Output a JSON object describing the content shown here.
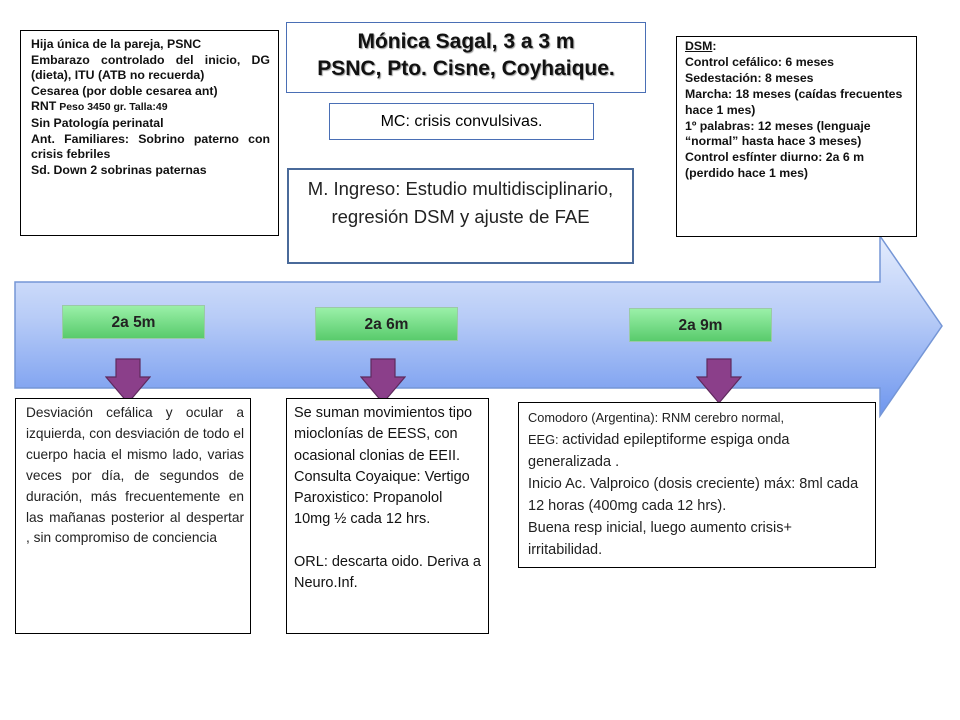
{
  "title": {
    "line1": "Mónica Sagal, 3 a 3 m",
    "line2": "PSNC, Pto. Cisne, Coyhaique."
  },
  "mc": "MC: crisis convulsivas.",
  "ingreso": "M. Ingreso: Estudio multidisciplinario, regresión DSM y ajuste de FAE",
  "history": [
    {
      "text": "Hija única de la pareja, PSNC"
    },
    {
      "text": "Embarazo controlado del inicio, DG (dieta), ITU (ATB no recuerda)"
    },
    {
      "text": "Cesarea (por doble cesarea ant)"
    },
    {
      "text": "RNT",
      "suffix": " Peso 3450 gr. Talla:49"
    },
    {
      "text": "Sin Patología perinatal"
    },
    {
      "text": "Ant. Familiares: Sobrino paterno con crisis febriles"
    },
    {
      "text": "Sd. Down 2 sobrinas paternas"
    }
  ],
  "dsm": {
    "title": "DSM",
    "title_colon": ":",
    "items": [
      "Control cefálico: 6 meses",
      "Sedestación: 8 meses",
      "Marcha: 18 meses (caídas frecuentes hace 1 mes)",
      "1º palabras: 12 meses (lenguaje “normal” hasta hace 3 meses)",
      "Control esfínter diurno: 2a 6 m (perdido hace 1 mes)"
    ]
  },
  "timeline": {
    "ages": [
      "2a 5m",
      "2a 6m",
      "2a 9m"
    ],
    "event1": "Desviación cefálica y ocular a izquierda, con desviación de todo el cuerpo hacia el mismo lado, varias veces por día, de segundos de duración, más frecuentemente en las mañanas posterior al despertar , sin compromiso de conciencia",
    "event2": {
      "p1": "Se suman movimientos tipo mioclonías de EESS, con ocasional clonias de EEII. Consulta Coyaique: Vertigo Paroxistico: Propanolol 10mg ½ cada 12 hrs.",
      "p2": "ORL: descarta oido. Deriva a Neuro.Inf."
    },
    "event3": {
      "line1": "Comodoro (Argentina): RNM cerebro normal,",
      "line2_prefix": "EEG: ",
      "line2_rest": "actividad epileptiforme espiga onda generalizada .",
      "line3": "Inicio Ac. Valproico (dosis creciente) máx: 8ml cada 12 horas (400mg cada 12 hrs).",
      "line4": "Buena resp inicial, luego aumento crisis+ irritabilidad."
    }
  },
  "colors": {
    "arrow_fill_top": "#dfe8fc",
    "arrow_fill_bottom": "#7aa0f0",
    "arrow_border": "#6f92d8",
    "age_button": "#6fdc80",
    "down_arrow": "#8b3f8a"
  }
}
